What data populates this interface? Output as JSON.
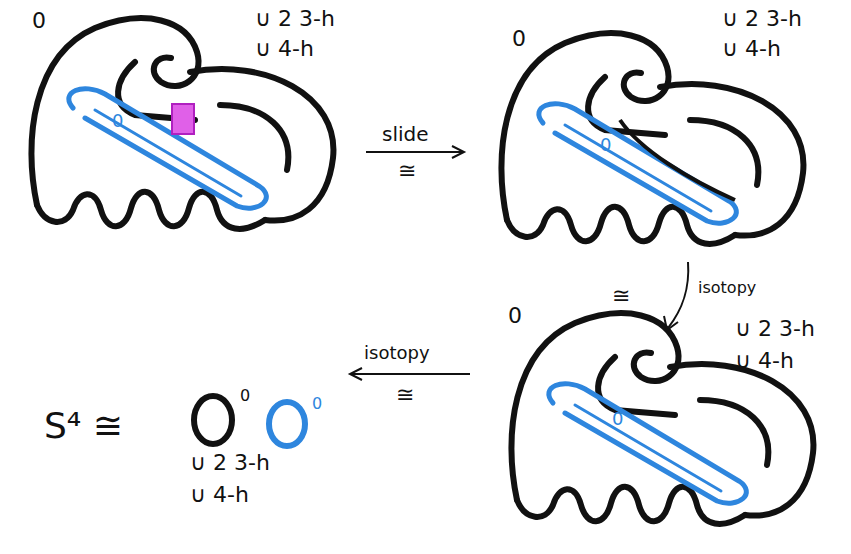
{
  "diagram": {
    "labels": [
      "0",
      "∪ 2 3-h",
      "∪ 4-h",
      "0",
      "slide",
      "≅",
      "0",
      "∪ 2 3-h",
      "∪ 4-h",
      "0",
      "≅",
      "isotopy",
      "∪ 2 3-h",
      "∪ 4-h",
      "0",
      "0",
      "isotopy",
      "≅",
      "S⁴ ≅",
      "0",
      "0",
      "∪ 2 3-h",
      "∪ 4-h"
    ]
  }
}
